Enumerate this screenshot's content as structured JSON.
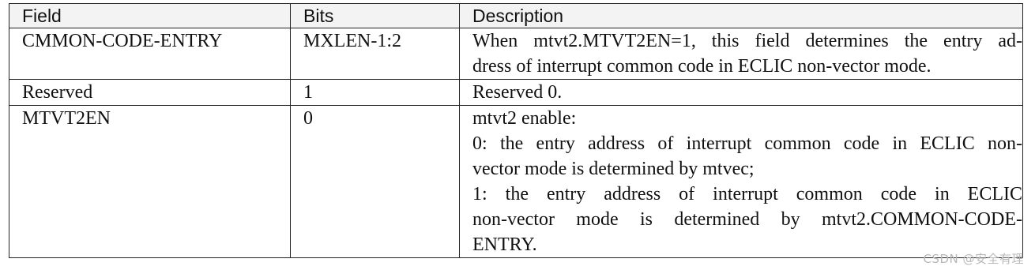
{
  "table": {
    "headers": {
      "field": "Field",
      "bits": "Bits",
      "description": "Description"
    },
    "rows": [
      {
        "field": "CMMON-CODE-ENTRY",
        "bits": "MXLEN-1:2",
        "description_lines": [
          "When mtvt2.MTVT2EN=1, this field determines the entry ad-",
          "dress of interrupt common code in ECLIC non-vector mode."
        ]
      },
      {
        "field": "Reserved",
        "bits": "1",
        "description_lines": [
          "Reserved 0."
        ]
      },
      {
        "field": "MTVT2EN",
        "bits": "0",
        "description_lines": [
          "mtvt2 enable:",
          "0: the entry address of interrupt common code in ECLIC non-",
          "vector mode is determined by mtvec;",
          "1: the entry address of interrupt common code in ECLIC",
          "non-vector mode is determined by mtvt2.COMMON-CODE-",
          "ENTRY."
        ]
      }
    ]
  },
  "watermark": "CSDN @安全有理"
}
